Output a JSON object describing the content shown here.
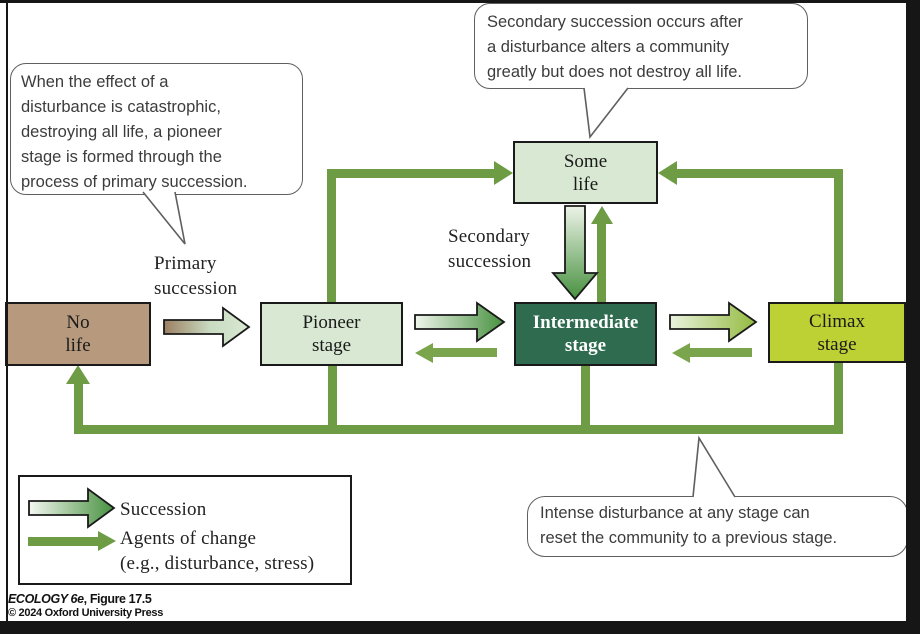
{
  "callouts": {
    "primary": "When the effect of a\ndisturbance is catastrophic,\ndestroying all life, a pioneer\nstage is formed through the\nprocess of primary succession.",
    "secondary": "Secondary succession occurs after\na disturbance alters a community\ngreatly but does not destroy all life.",
    "reset": "Intense disturbance at any stage can\nreset the community to a previous stage."
  },
  "labels": {
    "primary_succession": "Primary\nsuccession",
    "secondary_succession": "Secondary\nsuccession"
  },
  "stages": {
    "no_life": "No\nlife",
    "pioneer": "Pioneer\nstage",
    "some_life": "Some\nlife",
    "intermediate": "Intermediate\nstage",
    "climax": "Climax\nstage"
  },
  "legend": {
    "succession": "Succession",
    "agents": "Agents of change\n(e.g., disturbance, stress)"
  },
  "caption": {
    "book": "ECOLOGY 6e",
    "figure": ", Figure 17.5",
    "copyright": "© 2024 Oxford University Press"
  },
  "colors": {
    "line_green": "#6d9c45",
    "reverse_green": "#7aa54c",
    "succession_dark": "#47913f",
    "succession_light": "#f0f5ec",
    "pale_green_box": "#d8e8d2",
    "dark_green_box": "#2e6b4f",
    "climax_yellow": "#bdd034",
    "no_life_brown": "#b79a7d"
  }
}
